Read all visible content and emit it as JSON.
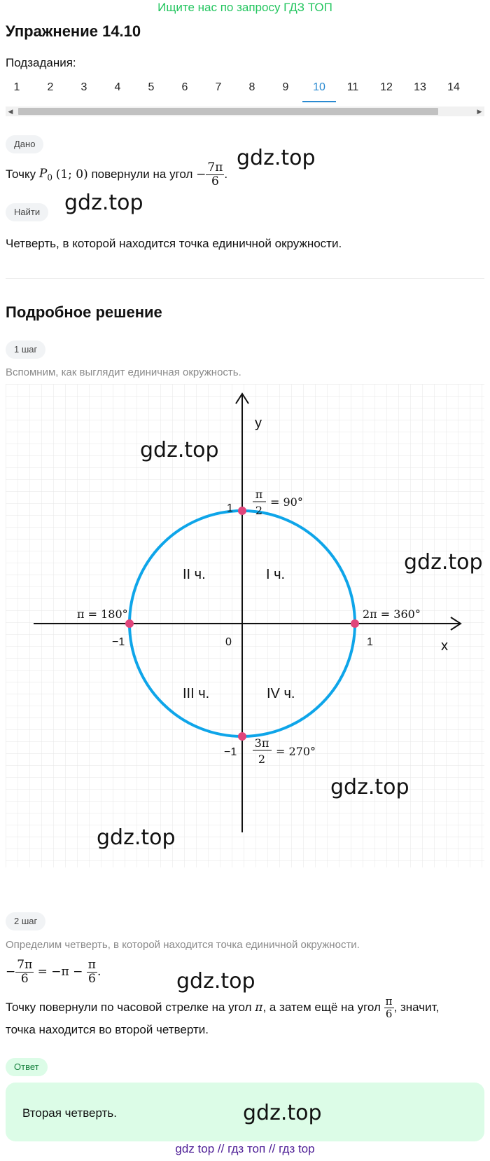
{
  "banner": "Ищите нас по запросу ГДЗ ТОП",
  "title": "Упражнение 14.10",
  "subtasks_label": "Подзадания:",
  "tabs": [
    "1",
    "2",
    "3",
    "4",
    "5",
    "6",
    "7",
    "8",
    "9",
    "10",
    "11",
    "12",
    "13",
    "14"
  ],
  "active_tab": "10",
  "given": {
    "pill": "Дано",
    "text_prefix": "Точку",
    "point": "P",
    "point_sub": "0",
    "point_coords": "(1; 0)",
    "text_middle": "повернули на угол",
    "angle_sign": "−",
    "angle_num": "7π",
    "angle_den": "6",
    "angle_end": "."
  },
  "find": {
    "pill": "Найти",
    "text": "Четверть, в которой находится точка единичной окружности."
  },
  "solution_title": "Подробное решение",
  "step1": {
    "pill": "1 шаг",
    "text": "Вспомним, как выглядит единичная окружность."
  },
  "graph": {
    "axis_x": "x",
    "axis_y": "y",
    "origin": "0",
    "x_pos": "1",
    "x_neg": "−1",
    "y_pos": "1",
    "y_neg": "−1",
    "q1": "I   ч.",
    "q2": "II   ч.",
    "q3": "III   ч.",
    "q4": "IV   ч.",
    "label_top_num": "π",
    "label_top_den": "2",
    "label_top_val": "= 90°",
    "label_left": "π = 180°",
    "label_right": "2π = 360°",
    "label_bottom_num": "3π",
    "label_bottom_den": "2",
    "label_bottom_val": "= 270°",
    "circle_color": "#0ea5e9",
    "point_color": "#e0457b"
  },
  "step2": {
    "pill": "2 шаг",
    "text": "Определим четверть, в которой находится точка единичной окружности.",
    "eq_sign": "−",
    "eq_num": "7π",
    "eq_den": "6",
    "eq_mid": "= −π −",
    "eq_num2": "π",
    "eq_den2": "6",
    "eq_end": ".",
    "line1_prefix": "Точку повернули по часовой стрелке на угол",
    "line1_pi": "π",
    "line1_mid": ", а затем ещё на угол",
    "line1_num": "π",
    "line1_den": "6",
    "line1_end": ", значит,",
    "line2": "точка находится во второй четверти."
  },
  "answer": {
    "pill": "Ответ",
    "text": "Вторая четверть."
  },
  "watermark": "gdz.top",
  "footer": "gdz top  //  гдз топ  //  гдз top"
}
